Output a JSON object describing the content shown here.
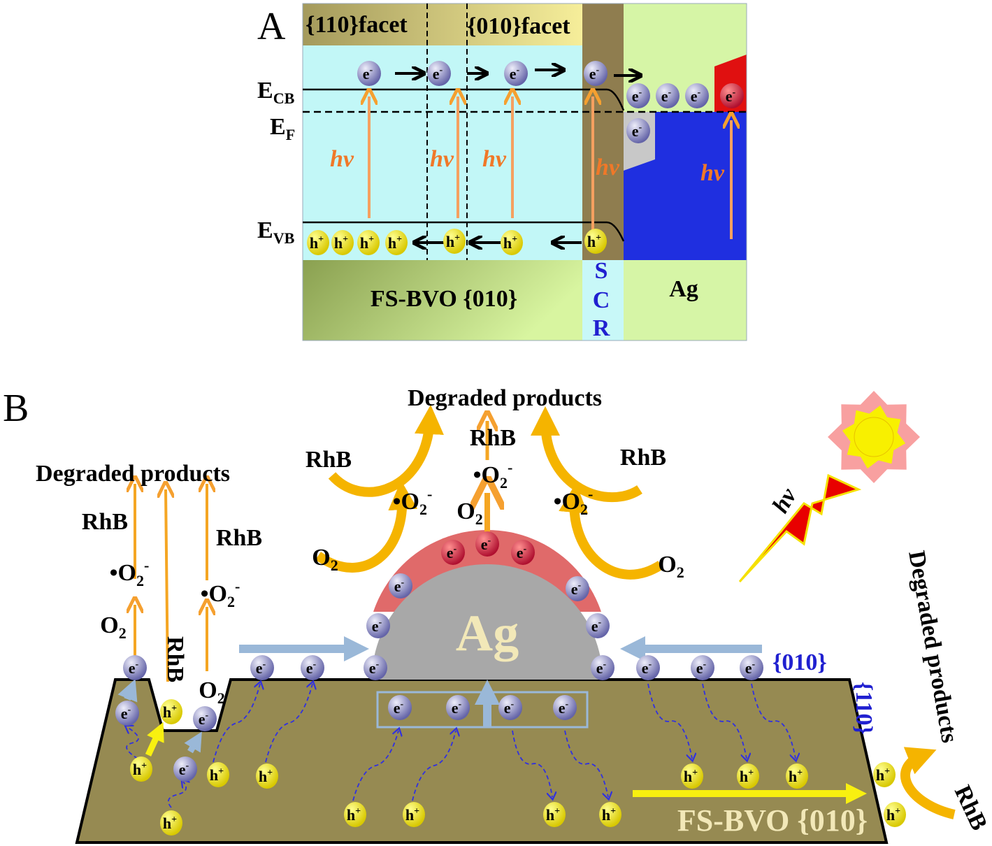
{
  "panel_a": {
    "label": "A",
    "facet_110": "{110}facet",
    "facet_010": "{010}facet",
    "ecb": {
      "main": "E",
      "sub": "CB"
    },
    "ef": {
      "main": "E",
      "sub": "F"
    },
    "evb": {
      "main": "E",
      "sub": "VB"
    },
    "hv": "hv",
    "material": "FS-BVO {010}",
    "scr": [
      "S",
      "C",
      "R"
    ],
    "metal": "Ag"
  },
  "particles": {
    "electron": {
      "main": "e",
      "sup": "-"
    },
    "hole": {
      "main": "h",
      "sup": "+"
    }
  },
  "panel_b": {
    "label": "B",
    "degraded": "Degraded products",
    "rhb": "RhB",
    "o2": {
      "main": "O",
      "sub": "2"
    },
    "superoxide": {
      "main": "•O",
      "sub": "2",
      "sup": "-"
    },
    "metal": "Ag",
    "facet_010": "{010}",
    "facet_110": "{110}",
    "material": "FS-BVO {010}",
    "hv": "hv"
  },
  "colors": {
    "cyan": "#c2f7f7",
    "olive": "#968a52",
    "ag_green": "#d6f5a6",
    "ag_blue": "#1f2fe0",
    "orange": "#f5a623",
    "red": "#e01010"
  }
}
